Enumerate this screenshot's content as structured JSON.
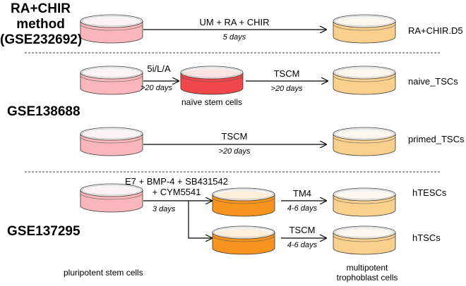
{
  "colors": {
    "pluripotent": "#f9b7bb",
    "naive": "#f0474a",
    "intermediate": "#f7941d",
    "trophoblast": "#fbd08c",
    "line": "#000000"
  },
  "sections": {
    "ra_chir": {
      "title": "RA+CHIR\nmethod\n(GSE232692)",
      "arrow_label": "UM + RA + CHIR",
      "duration": "5 days",
      "output": "RA+CHIR.D5"
    },
    "gse138688": {
      "title": "GSE138688",
      "naive_arrow1_label": "5i/L/A",
      "naive_arrow1_duration": ">20 days",
      "naive_dish_label": "naïve stem cells",
      "naive_arrow2_label": "TSCM",
      "naive_arrow2_duration": ">20 days",
      "naive_output": "naive_TSCs",
      "primed_arrow_label": "TSCM",
      "primed_arrow_duration": ">20 days",
      "primed_output": "primed_TSCs"
    },
    "gse137295": {
      "title": "GSE137295",
      "arrow1_label": "E7 + BMP-4 + SB431542\n+ CYM5541",
      "arrow1_duration": "3 days",
      "top_arrow_label": "TM4",
      "top_arrow_duration": "4-6 days",
      "top_output": "hTESCs",
      "bottom_arrow_label": "TSCM",
      "bottom_arrow_duration": "4-6 days",
      "bottom_output": "hTSCs"
    }
  },
  "footer": {
    "left": "pluripotent stem cells",
    "right": "multipotent\ntrophoblast cells"
  }
}
